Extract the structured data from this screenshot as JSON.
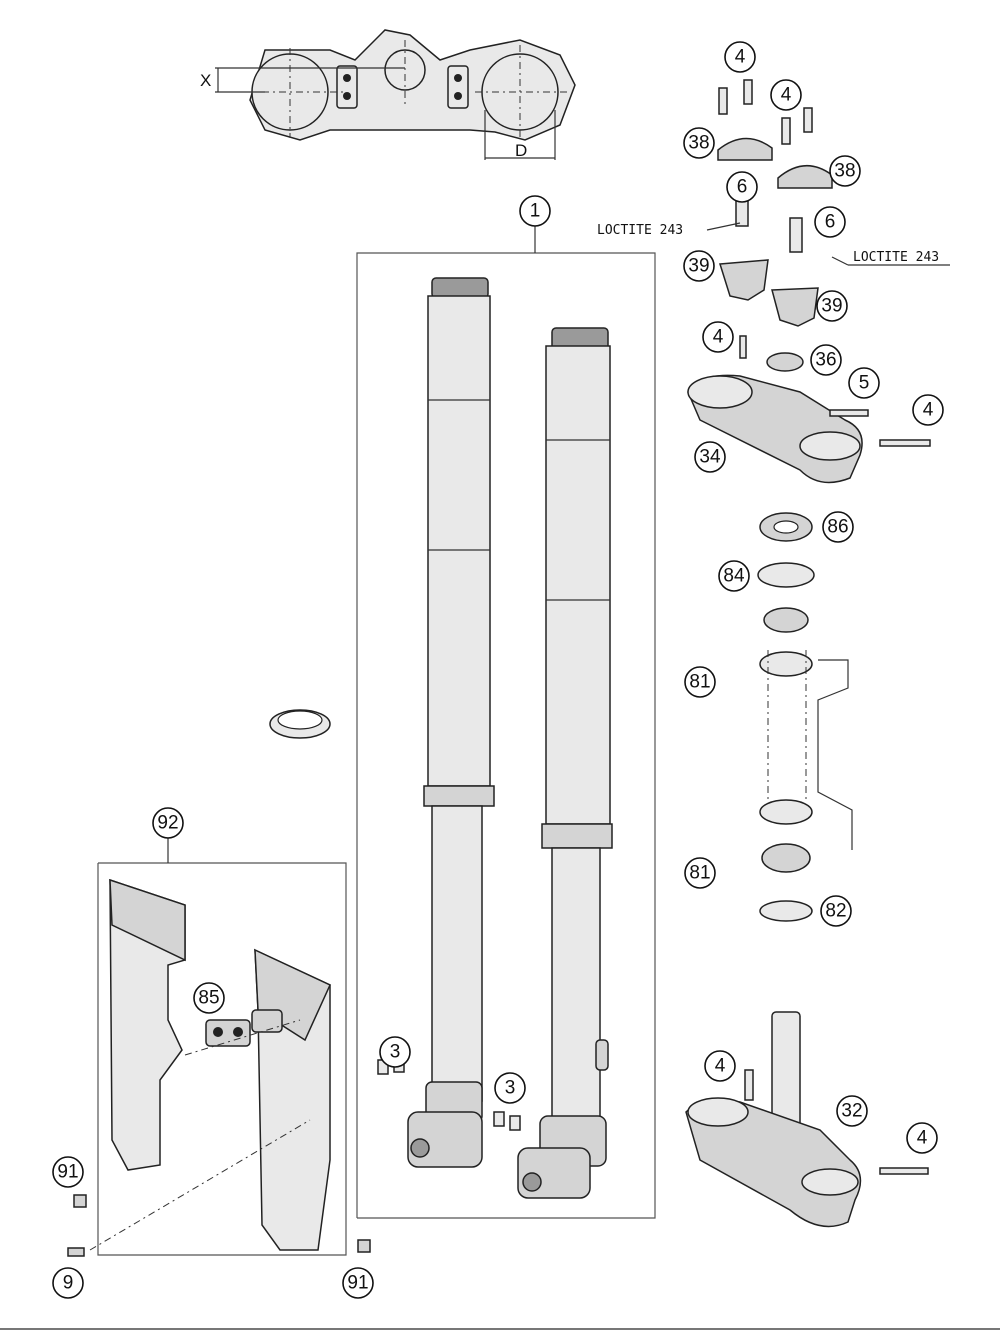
{
  "callouts": {
    "c1": "1",
    "c3a": "3",
    "c3b": "3",
    "c4a": "4",
    "c4b": "4",
    "c4c": "4",
    "c4d": "4",
    "c4e": "4",
    "c4f": "4",
    "c5": "5",
    "c6a": "6",
    "c6b": "6",
    "c9": "9",
    "c32": "32",
    "c34": "34",
    "c36": "36",
    "c38a": "38",
    "c38b": "38",
    "c39a": "39",
    "c39b": "39",
    "c81a": "81",
    "c81b": "81",
    "c82": "82",
    "c84": "84",
    "c85": "85",
    "c86": "86",
    "c91a": "91",
    "c91b": "91",
    "c92": "92"
  },
  "notes": {
    "loctite_left": "LOCTITE 243",
    "loctite_right": "LOCTITE 243"
  },
  "dimensions": {
    "x_label": "X",
    "d_label": "D"
  }
}
